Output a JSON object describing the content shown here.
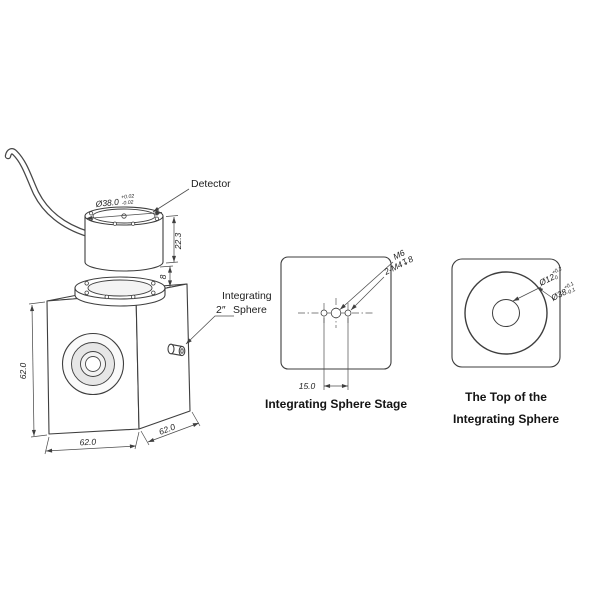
{
  "colors": {
    "line": "#3e3e3e",
    "dimension": "#4c4c4c",
    "text": "#1d1d1d",
    "background": "#ffffff"
  },
  "assembly": {
    "detector_label": "Detector",
    "sphere_label_line1": "Integrating",
    "sphere_size": "2″",
    "sphere_label_line2": "Sphere",
    "dims": {
      "detector_dia": "Ø38.0",
      "detector_dia_tol_up": "+0.02",
      "detector_dia_tol_dn": "-0.02",
      "detector_height": "22.3",
      "stage_gap": "8",
      "cube_height": "62.0",
      "cube_width": "62.0",
      "cube_depth": "62.0"
    }
  },
  "stage": {
    "caption": "Integrating Sphere Stage",
    "m6_label": "M6",
    "m4_label": "2-M4↧8",
    "hole_spacing": "15.0"
  },
  "top_view": {
    "caption_line1": "The Top of the",
    "caption_line2": "Integrating Sphere",
    "inner_dia": "Ø12",
    "inner_dia_tol_up": "+0.2",
    "inner_dia_tol_dn": "0",
    "outer_dia": "Ø38",
    "outer_dia_tol_up": "+0.1",
    "outer_dia_tol_dn": "-0.1"
  }
}
